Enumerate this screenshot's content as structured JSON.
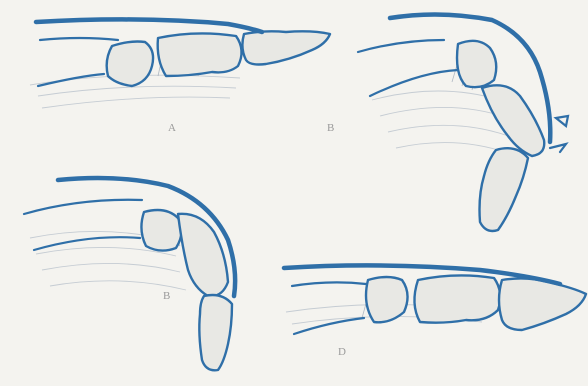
{
  "figure": {
    "panels": [
      {
        "id": "a",
        "label": "A"
      },
      {
        "id": "b",
        "label": "B"
      },
      {
        "id": "c",
        "label": "B"
      },
      {
        "id": "d",
        "label": "D"
      }
    ],
    "colors": {
      "outline": "#2f6fa8",
      "bone_fill": "#e8e8e4",
      "hatching": "#9aa6b4",
      "background": "#f4f3ef"
    }
  }
}
